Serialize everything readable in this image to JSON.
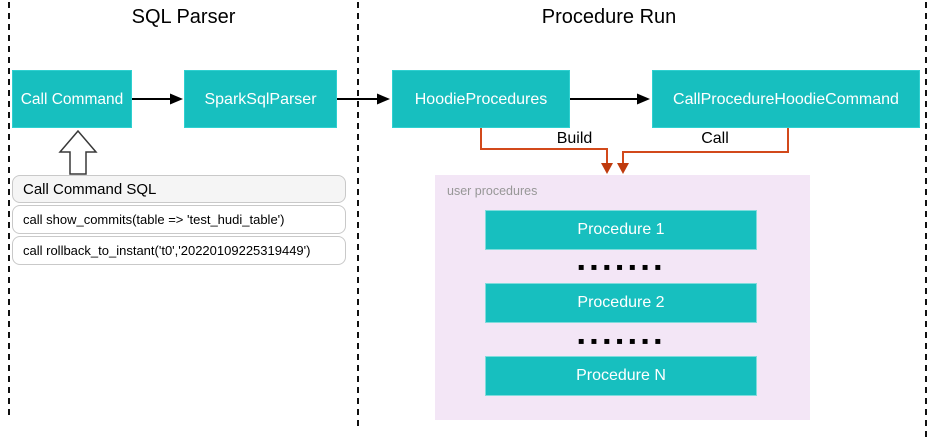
{
  "sections": {
    "sql_parser": {
      "title": "SQL Parser"
    },
    "procedure_run": {
      "title": "Procedure Run"
    }
  },
  "nodes": {
    "call_command": "Call Command",
    "spark_sql_parser": "SparkSqlParser",
    "hoodie_procedures": "HoodieProcedures",
    "call_procedure_hoodie_command": "CallProcedureHoodieCommand"
  },
  "edges": {
    "build_label": "Build",
    "call_label": "Call"
  },
  "sql_panel": {
    "header": "Call Command SQL",
    "rows": [
      "call show_commits(table => 'test_hudi_table')",
      "call rollback_to_instant('t0','20220109225319449')"
    ]
  },
  "user_procedures": {
    "label": "user procedures",
    "items": [
      "Procedure 1",
      "Procedure 2",
      "Procedure N"
    ],
    "ellipsis": "▪▪▪▪▪▪▪"
  },
  "colors": {
    "node_fill": "#17BFBF",
    "node_text": "#FFFFFF",
    "user_procedures_bg": "#F3E6F6",
    "connector_orange": "#D2491B",
    "arrowhead_red": "#BF3B0E",
    "sql_header_bg": "#F5F5F5",
    "label_gray": "#979797",
    "line_black": "#111111"
  }
}
